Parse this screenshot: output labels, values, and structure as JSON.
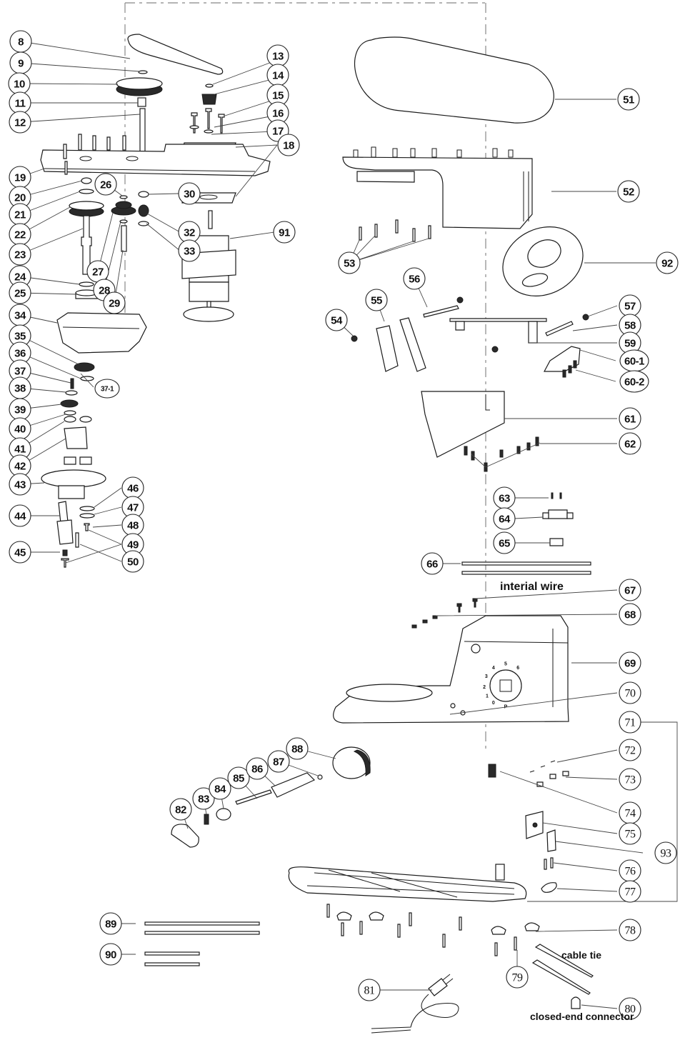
{
  "diagram": {
    "title": "Stand mixer exploded parts view",
    "callouts": [
      {
        "id": "8",
        "label": "8",
        "style": "sans"
      },
      {
        "id": "9",
        "label": "9",
        "style": "sans"
      },
      {
        "id": "10",
        "label": "10",
        "style": "sans"
      },
      {
        "id": "11",
        "label": "11",
        "style": "sans"
      },
      {
        "id": "12",
        "label": "12",
        "style": "sans"
      },
      {
        "id": "13",
        "label": "13",
        "style": "sans"
      },
      {
        "id": "14",
        "label": "14",
        "style": "sans"
      },
      {
        "id": "15",
        "label": "15",
        "style": "sans"
      },
      {
        "id": "16",
        "label": "16",
        "style": "sans"
      },
      {
        "id": "17",
        "label": "17",
        "style": "sans"
      },
      {
        "id": "18",
        "label": "18",
        "style": "sans"
      },
      {
        "id": "19",
        "label": "19",
        "style": "sans"
      },
      {
        "id": "20",
        "label": "20",
        "style": "sans"
      },
      {
        "id": "21",
        "label": "21",
        "style": "sans"
      },
      {
        "id": "22",
        "label": "22",
        "style": "sans"
      },
      {
        "id": "23",
        "label": "23",
        "style": "sans"
      },
      {
        "id": "24",
        "label": "24",
        "style": "sans"
      },
      {
        "id": "25",
        "label": "25",
        "style": "sans"
      },
      {
        "id": "26",
        "label": "26",
        "style": "sans"
      },
      {
        "id": "27",
        "label": "27",
        "style": "sans"
      },
      {
        "id": "28",
        "label": "28",
        "style": "sans"
      },
      {
        "id": "29",
        "label": "29",
        "style": "sans"
      },
      {
        "id": "30",
        "label": "30",
        "style": "sans"
      },
      {
        "id": "32",
        "label": "32",
        "style": "sans"
      },
      {
        "id": "33",
        "label": "33",
        "style": "sans"
      },
      {
        "id": "34",
        "label": "34",
        "style": "sans"
      },
      {
        "id": "35",
        "label": "35",
        "style": "sans"
      },
      {
        "id": "36",
        "label": "36",
        "style": "sans"
      },
      {
        "id": "37",
        "label": "37",
        "style": "sans"
      },
      {
        "id": "37-1",
        "label": "37-1",
        "style": "small"
      },
      {
        "id": "38",
        "label": "38",
        "style": "sans"
      },
      {
        "id": "39",
        "label": "39",
        "style": "sans"
      },
      {
        "id": "40",
        "label": "40",
        "style": "sans"
      },
      {
        "id": "41",
        "label": "41",
        "style": "sans"
      },
      {
        "id": "42",
        "label": "42",
        "style": "sans"
      },
      {
        "id": "43",
        "label": "43",
        "style": "sans"
      },
      {
        "id": "44",
        "label": "44",
        "style": "sans"
      },
      {
        "id": "45",
        "label": "45",
        "style": "sans"
      },
      {
        "id": "46",
        "label": "46",
        "style": "sans"
      },
      {
        "id": "47",
        "label": "47",
        "style": "sans"
      },
      {
        "id": "48",
        "label": "48",
        "style": "sans"
      },
      {
        "id": "49",
        "label": "49",
        "style": "sans"
      },
      {
        "id": "50",
        "label": "50",
        "style": "sans"
      },
      {
        "id": "51",
        "label": "51",
        "style": "sans"
      },
      {
        "id": "52",
        "label": "52",
        "style": "sans"
      },
      {
        "id": "53",
        "label": "53",
        "style": "sans"
      },
      {
        "id": "54",
        "label": "54",
        "style": "sans"
      },
      {
        "id": "55",
        "label": "55",
        "style": "sans"
      },
      {
        "id": "56",
        "label": "56",
        "style": "sans"
      },
      {
        "id": "57",
        "label": "57",
        "style": "sans"
      },
      {
        "id": "58",
        "label": "58",
        "style": "sans"
      },
      {
        "id": "59",
        "label": "59",
        "style": "sans"
      },
      {
        "id": "60-1",
        "label": "60-1",
        "style": "sans"
      },
      {
        "id": "60-2",
        "label": "60-2",
        "style": "sans"
      },
      {
        "id": "61",
        "label": "61",
        "style": "sans"
      },
      {
        "id": "62",
        "label": "62",
        "style": "sans"
      },
      {
        "id": "63",
        "label": "63",
        "style": "sans"
      },
      {
        "id": "64",
        "label": "64",
        "style": "sans"
      },
      {
        "id": "65",
        "label": "65",
        "style": "sans"
      },
      {
        "id": "66",
        "label": "66",
        "style": "sans"
      },
      {
        "id": "67",
        "label": "67",
        "style": "sans"
      },
      {
        "id": "68",
        "label": "68",
        "style": "sans"
      },
      {
        "id": "69",
        "label": "69",
        "style": "sans"
      },
      {
        "id": "70",
        "label": "70",
        "style": "serif"
      },
      {
        "id": "71",
        "label": "71",
        "style": "serif"
      },
      {
        "id": "72",
        "label": "72",
        "style": "serif"
      },
      {
        "id": "73",
        "label": "73",
        "style": "serif"
      },
      {
        "id": "74",
        "label": "74",
        "style": "serif"
      },
      {
        "id": "75",
        "label": "75",
        "style": "serif"
      },
      {
        "id": "76",
        "label": "76",
        "style": "serif"
      },
      {
        "id": "77",
        "label": "77",
        "style": "serif"
      },
      {
        "id": "78",
        "label": "78",
        "style": "serif"
      },
      {
        "id": "79",
        "label": "79",
        "style": "serif"
      },
      {
        "id": "80",
        "label": "80",
        "style": "serif"
      },
      {
        "id": "81",
        "label": "81",
        "style": "serif"
      },
      {
        "id": "82",
        "label": "82",
        "style": "sans"
      },
      {
        "id": "83",
        "label": "83",
        "style": "sans"
      },
      {
        "id": "84",
        "label": "84",
        "style": "sans"
      },
      {
        "id": "85",
        "label": "85",
        "style": "sans"
      },
      {
        "id": "86",
        "label": "86",
        "style": "sans"
      },
      {
        "id": "87",
        "label": "87",
        "style": "sans"
      },
      {
        "id": "88",
        "label": "88",
        "style": "sans"
      },
      {
        "id": "89",
        "label": "89",
        "style": "sans"
      },
      {
        "id": "90",
        "label": "90",
        "style": "sans"
      },
      {
        "id": "91",
        "label": "91",
        "style": "sans"
      },
      {
        "id": "92",
        "label": "92",
        "style": "sans"
      },
      {
        "id": "93",
        "label": "93",
        "style": "serif"
      }
    ],
    "annotations": {
      "internal_wire": "interial wire",
      "cable_tie": "cable tie",
      "closed_end_connector": "closed-end connector"
    },
    "speed_dial": [
      "0",
      "1",
      "2",
      "3",
      "4",
      "5",
      "6",
      "P"
    ]
  }
}
